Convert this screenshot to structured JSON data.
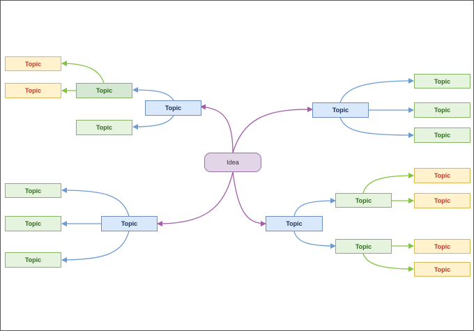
{
  "root": {
    "label": "Idea"
  },
  "branches": {
    "top_left": {
      "label": "Topic"
    },
    "top_right": {
      "label": "Topic"
    },
    "bottom_left": {
      "label": "Topic"
    },
    "bottom_right": {
      "label": "Topic"
    }
  },
  "subtopics": {
    "tl_main": "Topic",
    "tl_second": "Topic",
    "tl_leaf_1": "Topic",
    "tl_leaf_2": "Topic",
    "tr_1": "Topic",
    "tr_2": "Topic",
    "tr_3": "Topic",
    "bl_1": "Topic",
    "bl_2": "Topic",
    "bl_3": "Topic",
    "br_mid_1": "Topic",
    "br_mid_2": "Topic",
    "br_leaf_1": "Topic",
    "br_leaf_2": "Topic",
    "br_leaf_3": "Topic",
    "br_leaf_4": "Topic"
  },
  "colors": {
    "root_edge": "#a35ca7",
    "blue_edge": "#6c9bd2",
    "green_edge": "#82c341"
  }
}
